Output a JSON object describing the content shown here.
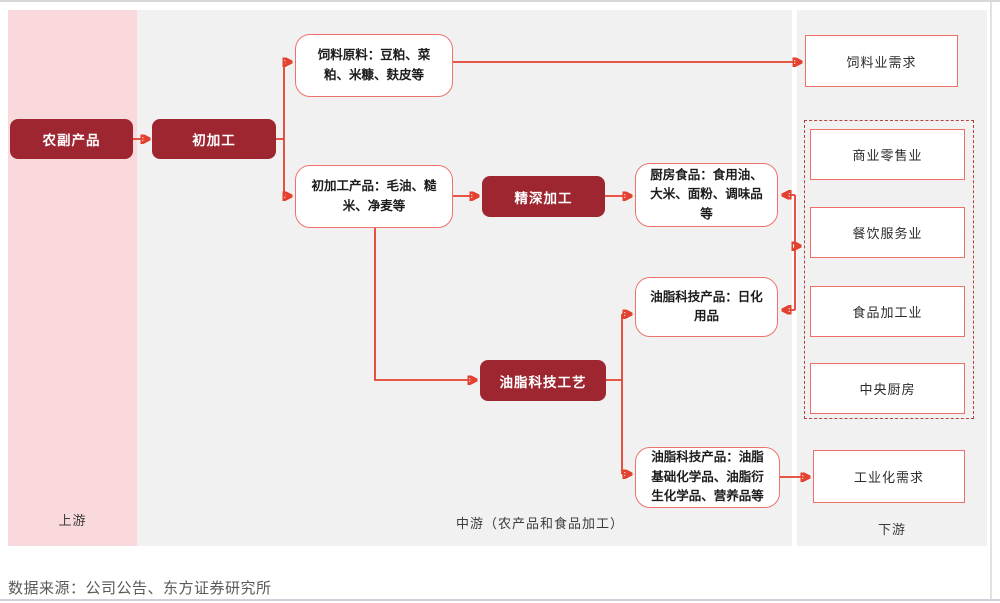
{
  "diagram": {
    "upstream": {
      "zone_label": "上游",
      "farm_products": "农副产品"
    },
    "midstream": {
      "zone_label": "中游（农产品和食品加工）",
      "primary_processing": "初加工",
      "feed_raw_materials": "饲料原料：豆粕、菜粕、米糠、麸皮等",
      "primary_products": "初加工产品：毛油、糙米、净麦等",
      "deep_processing": "精深加工",
      "kitchen_food": "厨房食品：食用油、大米、面粉、调味品等",
      "oleo_tech_process": "油脂科技工艺",
      "oleo_daily_products": "油脂科技产品：日化用品",
      "oleo_chem_products": "油脂科技产品：油脂基础化学品、油脂衍生化学品、营养品等"
    },
    "downstream": {
      "zone_label": "下游",
      "feed_industry_demand": "饲料业需求",
      "dashed_group": [
        "商业零售业",
        "餐饮服务业",
        "食品加工业",
        "中央厨房"
      ],
      "industrial_demand": "工业化需求"
    }
  },
  "footer": {
    "source": "数据来源：公司公告、东方证券研究所"
  },
  "colors": {
    "dark_red_node": "#9e2630",
    "rounded_node_border": "#ef726a",
    "rect_node_border": "#ee6f66",
    "dashed_container_border": "#b6433e",
    "arrow_red": "#e3402f",
    "upstream_pink": "#f9d9dc",
    "panel_gray": "#f1f1f1"
  }
}
